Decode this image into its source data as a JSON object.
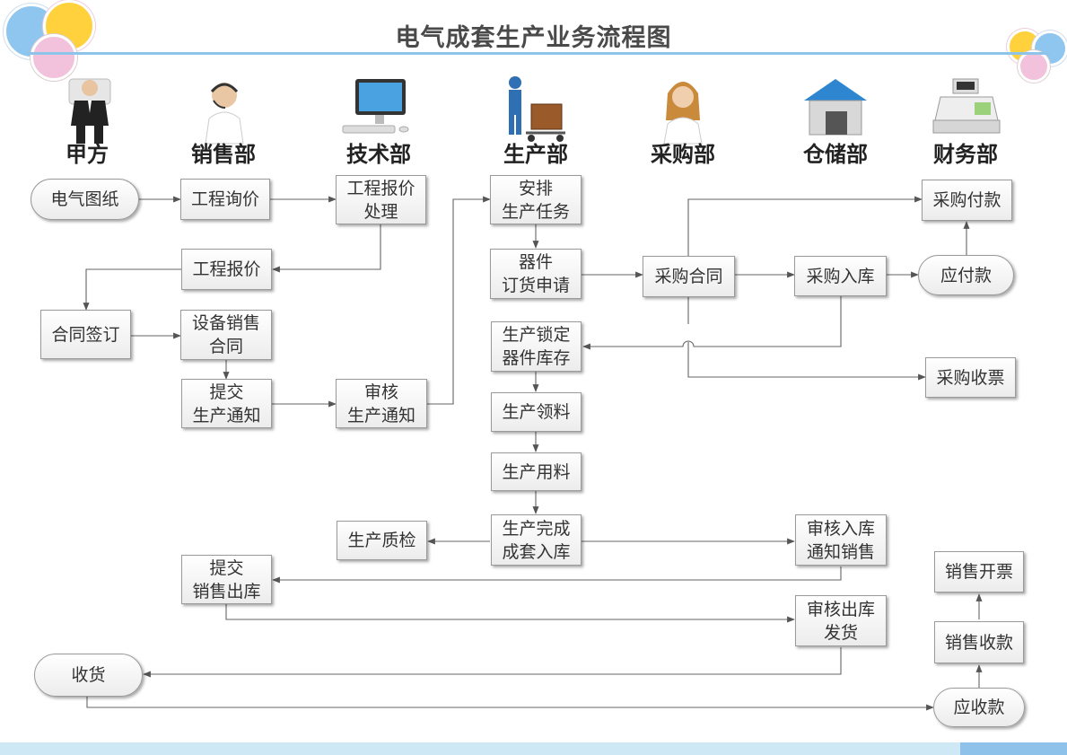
{
  "title": "电气成套生产业务流程图",
  "departments": [
    "甲方",
    "销售部",
    "技术部",
    "生产部",
    "采购部",
    "仓储部",
    "财务部"
  ],
  "department_icons": [
    "business-person-icon",
    "headset-operator-icon",
    "computer-monitor-icon",
    "warehouse-worker-icon",
    "female-operator-icon",
    "warehouse-building-icon",
    "cash-register-icon"
  ],
  "colors": {
    "title_line": "#8ec3ea",
    "circle_blue": "#8fc6ef",
    "circle_yellow": "#ffd23d",
    "circle_pink": "#f2c2dc",
    "footer_light": "#cfe8f6",
    "footer_dark": "#8fc2ea"
  },
  "nodes": {
    "electric_drawing": "电气图纸",
    "project_inquiry": "工程询价",
    "quote_processing": "工程报价\n处理",
    "project_quote": "工程报价",
    "contract_signing": "合同签订",
    "equipment_contract": "设备销售\n合同",
    "submit_production_notice": "提交\n生产通知",
    "review_production_notice": "审核\n生产通知",
    "arrange_task": "安排\n生产任务",
    "parts_order": "器件\n订货申请",
    "lock_inventory": "生产锁定\n器件库存",
    "material_pick": "生产领料",
    "material_use": "生产用料",
    "production_complete": "生产完成\n成套入库",
    "quality_check": "生产质检",
    "submit_outbound": "提交\n销售出库",
    "purchase_contract": "采购合同",
    "purchase_inbound": "采购入库",
    "review_inbound": "审核入库\n通知销售",
    "review_outbound": "审核出库\n发货",
    "receive_goods": "收货",
    "purchase_payment": "采购付款",
    "payable": "应付款",
    "purchase_invoice": "采购收票",
    "sales_invoice": "销售开票",
    "sales_receipt": "销售收款",
    "receivable": "应收款"
  }
}
